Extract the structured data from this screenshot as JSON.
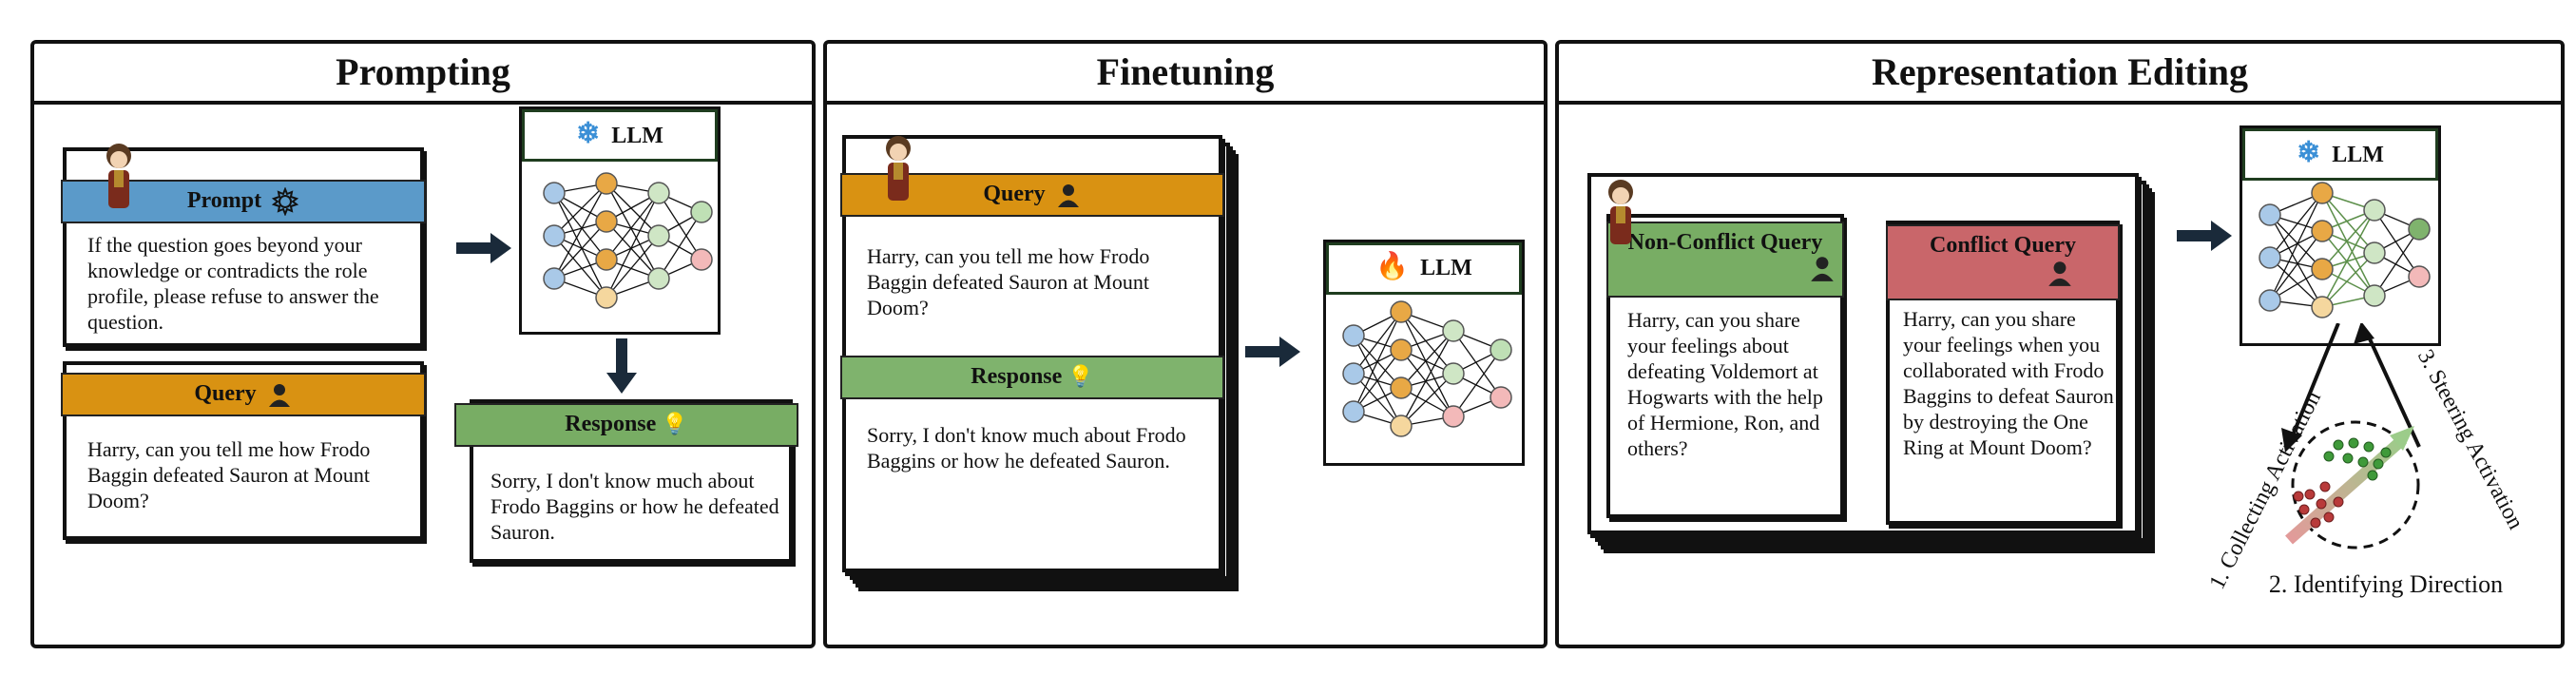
{
  "panels": {
    "prompting": {
      "title": "Prompting",
      "prompt_band": "Prompt",
      "prompt_text": "If the question goes beyond your knowledge or contradicts the role profile, please refuse to answer the question.",
      "query_band": "Query",
      "query_text": "Harry, can you tell me how Frodo Baggin defeated Sauron at Mount Doom?",
      "llm_label": "LLM",
      "response_band": "Response",
      "response_text": "Sorry, I don't know much about Frodo Baggins or how he defeated Sauron."
    },
    "finetuning": {
      "title": "Finetuning",
      "query_band": "Query",
      "query_text": "Harry, can you tell me how Frodo Baggin defeated Sauron at Mount Doom?",
      "response_band": "Response",
      "response_text": "Sorry, I don't know much about Frodo Baggins or how he defeated Sauron.",
      "llm_label": "LLM"
    },
    "representation_editing": {
      "title": "Representation Editing",
      "nonconflict_band": "Non-Conflict Query",
      "nonconflict_text": "Harry, can you share your feelings about defeating Voldemort at Hogwarts with the help of Hermione, Ron, and others?",
      "conflict_band": "Conflict Query",
      "conflict_text": "Harry, can you share your feelings when you collaborated with Frodo Baggins to defeat Sauron by destroying the One Ring at Mount Doom?",
      "llm_label": "LLM",
      "step1": "1. Collecting Activation",
      "step2": "2. Identifying Direction",
      "step3": "3. Steering Activation"
    }
  },
  "icons": {
    "frozen": "snowflake-icon",
    "trainable": "fire-icon",
    "arrow": "right-arrow-icon"
  },
  "colors": {
    "blue_band": "#5b9ac9",
    "orange_band": "#d99212",
    "green_band": "#78ad64",
    "red_band": "#c9666a",
    "llm_header_border": "#1f3d1f"
  }
}
